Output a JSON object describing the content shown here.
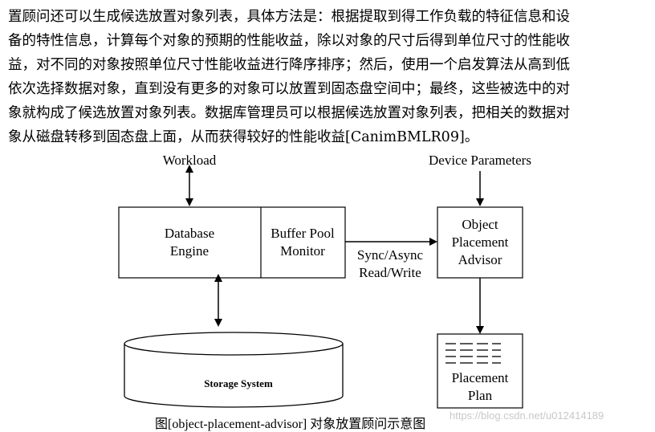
{
  "paragraph": {
    "lines": [
      "置顾问还可以生成候选放置对象列表，具体方法是：根据提取到得工作负载的特征信息和设",
      "备的特性信息，计算每个对象的预期的性能收益，除以对象的尺寸后得到单位尺寸的性能收",
      "益，对不同的对象按照单位尺寸性能收益进行降序排序；然后，使用一个启发算法从高到低",
      "依次选择数据对象，直到没有更多的对象可以放置到固态盘空间中；最终，这些被选中的对",
      "象就构成了候选放置对象列表。数据库管理员可以根据候选放置对象列表，把相关的数据对",
      "象从磁盘转移到固态盘上面，从而获得较好的性能收益[CanimBMLR09]。"
    ]
  },
  "diagram": {
    "workload": "Workload",
    "device_parameters": "Device Parameters",
    "database_engine": [
      "Database",
      "Engine"
    ],
    "buffer_pool_monitor": [
      "Buffer Pool",
      "Monitor"
    ],
    "sync_async": [
      "Sync/Async",
      "Read/Write"
    ],
    "object_placement_advisor": [
      "Object",
      "Placement",
      "Advisor"
    ],
    "placement_plan": [
      "Placement",
      "Plan"
    ],
    "storage_system": "Storage System"
  },
  "caption": "图[object-placement-advisor]  对象放置顾问示意图",
  "watermark": "https://blog.csdn.net/u012414189"
}
